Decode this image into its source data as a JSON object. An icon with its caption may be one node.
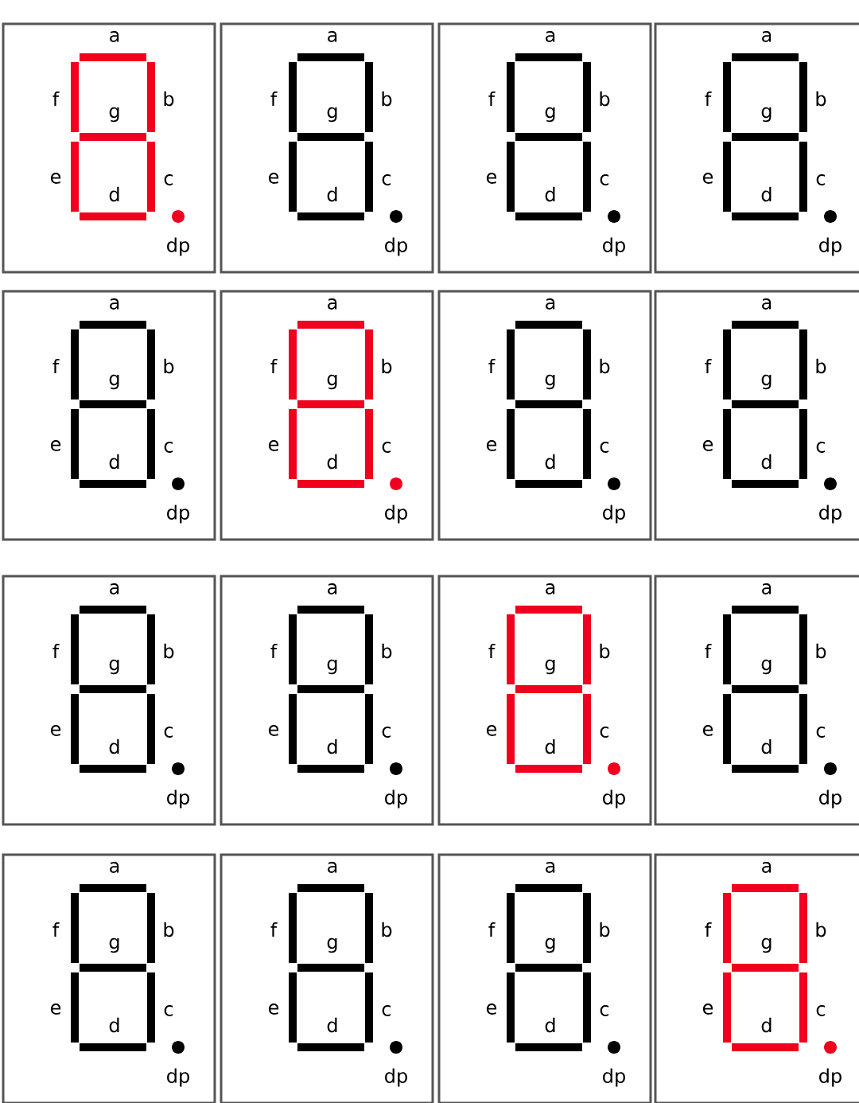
{
  "diagram": {
    "nodes": [
      {
        "text": [
          "a",
          "f",
          "g",
          "b",
          "e",
          "c",
          "d",
          "dp"
        ]
      },
      {
        "text": [
          "a",
          "f",
          "g",
          "b",
          "e",
          "c",
          "d",
          "dp"
        ]
      },
      {
        "text": [
          "a",
          "f",
          "g",
          "b",
          "e",
          "c",
          "d",
          "dp"
        ]
      },
      {
        "text": [
          "a",
          "f",
          "g",
          "b",
          "e",
          "c",
          "d",
          "dp"
        ]
      },
      {
        "text": [
          "a",
          "f",
          "g",
          "b",
          "e",
          "c",
          "d",
          "dp"
        ]
      },
      {
        "text": [
          "a",
          "f",
          "g",
          "b",
          "e",
          "c",
          "d",
          "dp"
        ]
      },
      {
        "text": [
          "a",
          "f",
          "g",
          "b",
          "e",
          "c",
          "d",
          "dp"
        ]
      },
      {
        "text": [
          "a",
          "f",
          "g",
          "b",
          "e",
          "c",
          "d",
          "dp"
        ]
      },
      {
        "text": [
          "a",
          "f",
          "g",
          "b",
          "e",
          "c",
          "d",
          "dp"
        ]
      },
      {
        "text": [
          "a",
          "f",
          "g",
          "b",
          "e",
          "c",
          "d",
          "dp"
        ]
      },
      {
        "text": [
          "a",
          "f",
          "g",
          "b",
          "e",
          "c",
          "d",
          "dp"
        ]
      },
      {
        "text": [
          "a",
          "f",
          "g",
          "b",
          "e",
          "c",
          "d",
          "dp"
        ]
      },
      {
        "text": [
          "a",
          "f",
          "g",
          "b",
          "e",
          "c",
          "d",
          "dp"
        ]
      },
      {
        "text": [
          "a",
          "f",
          "g",
          "b",
          "e",
          "c",
          "d",
          "dp"
        ]
      },
      {
        "text": [
          "a",
          "f",
          "g",
          "b",
          "e",
          "c",
          "d",
          "dp"
        ]
      },
      {
        "text": [
          "a",
          "f",
          "g",
          "b",
          "e",
          "c",
          "d",
          "dp"
        ]
      }
    ]
  }
}
